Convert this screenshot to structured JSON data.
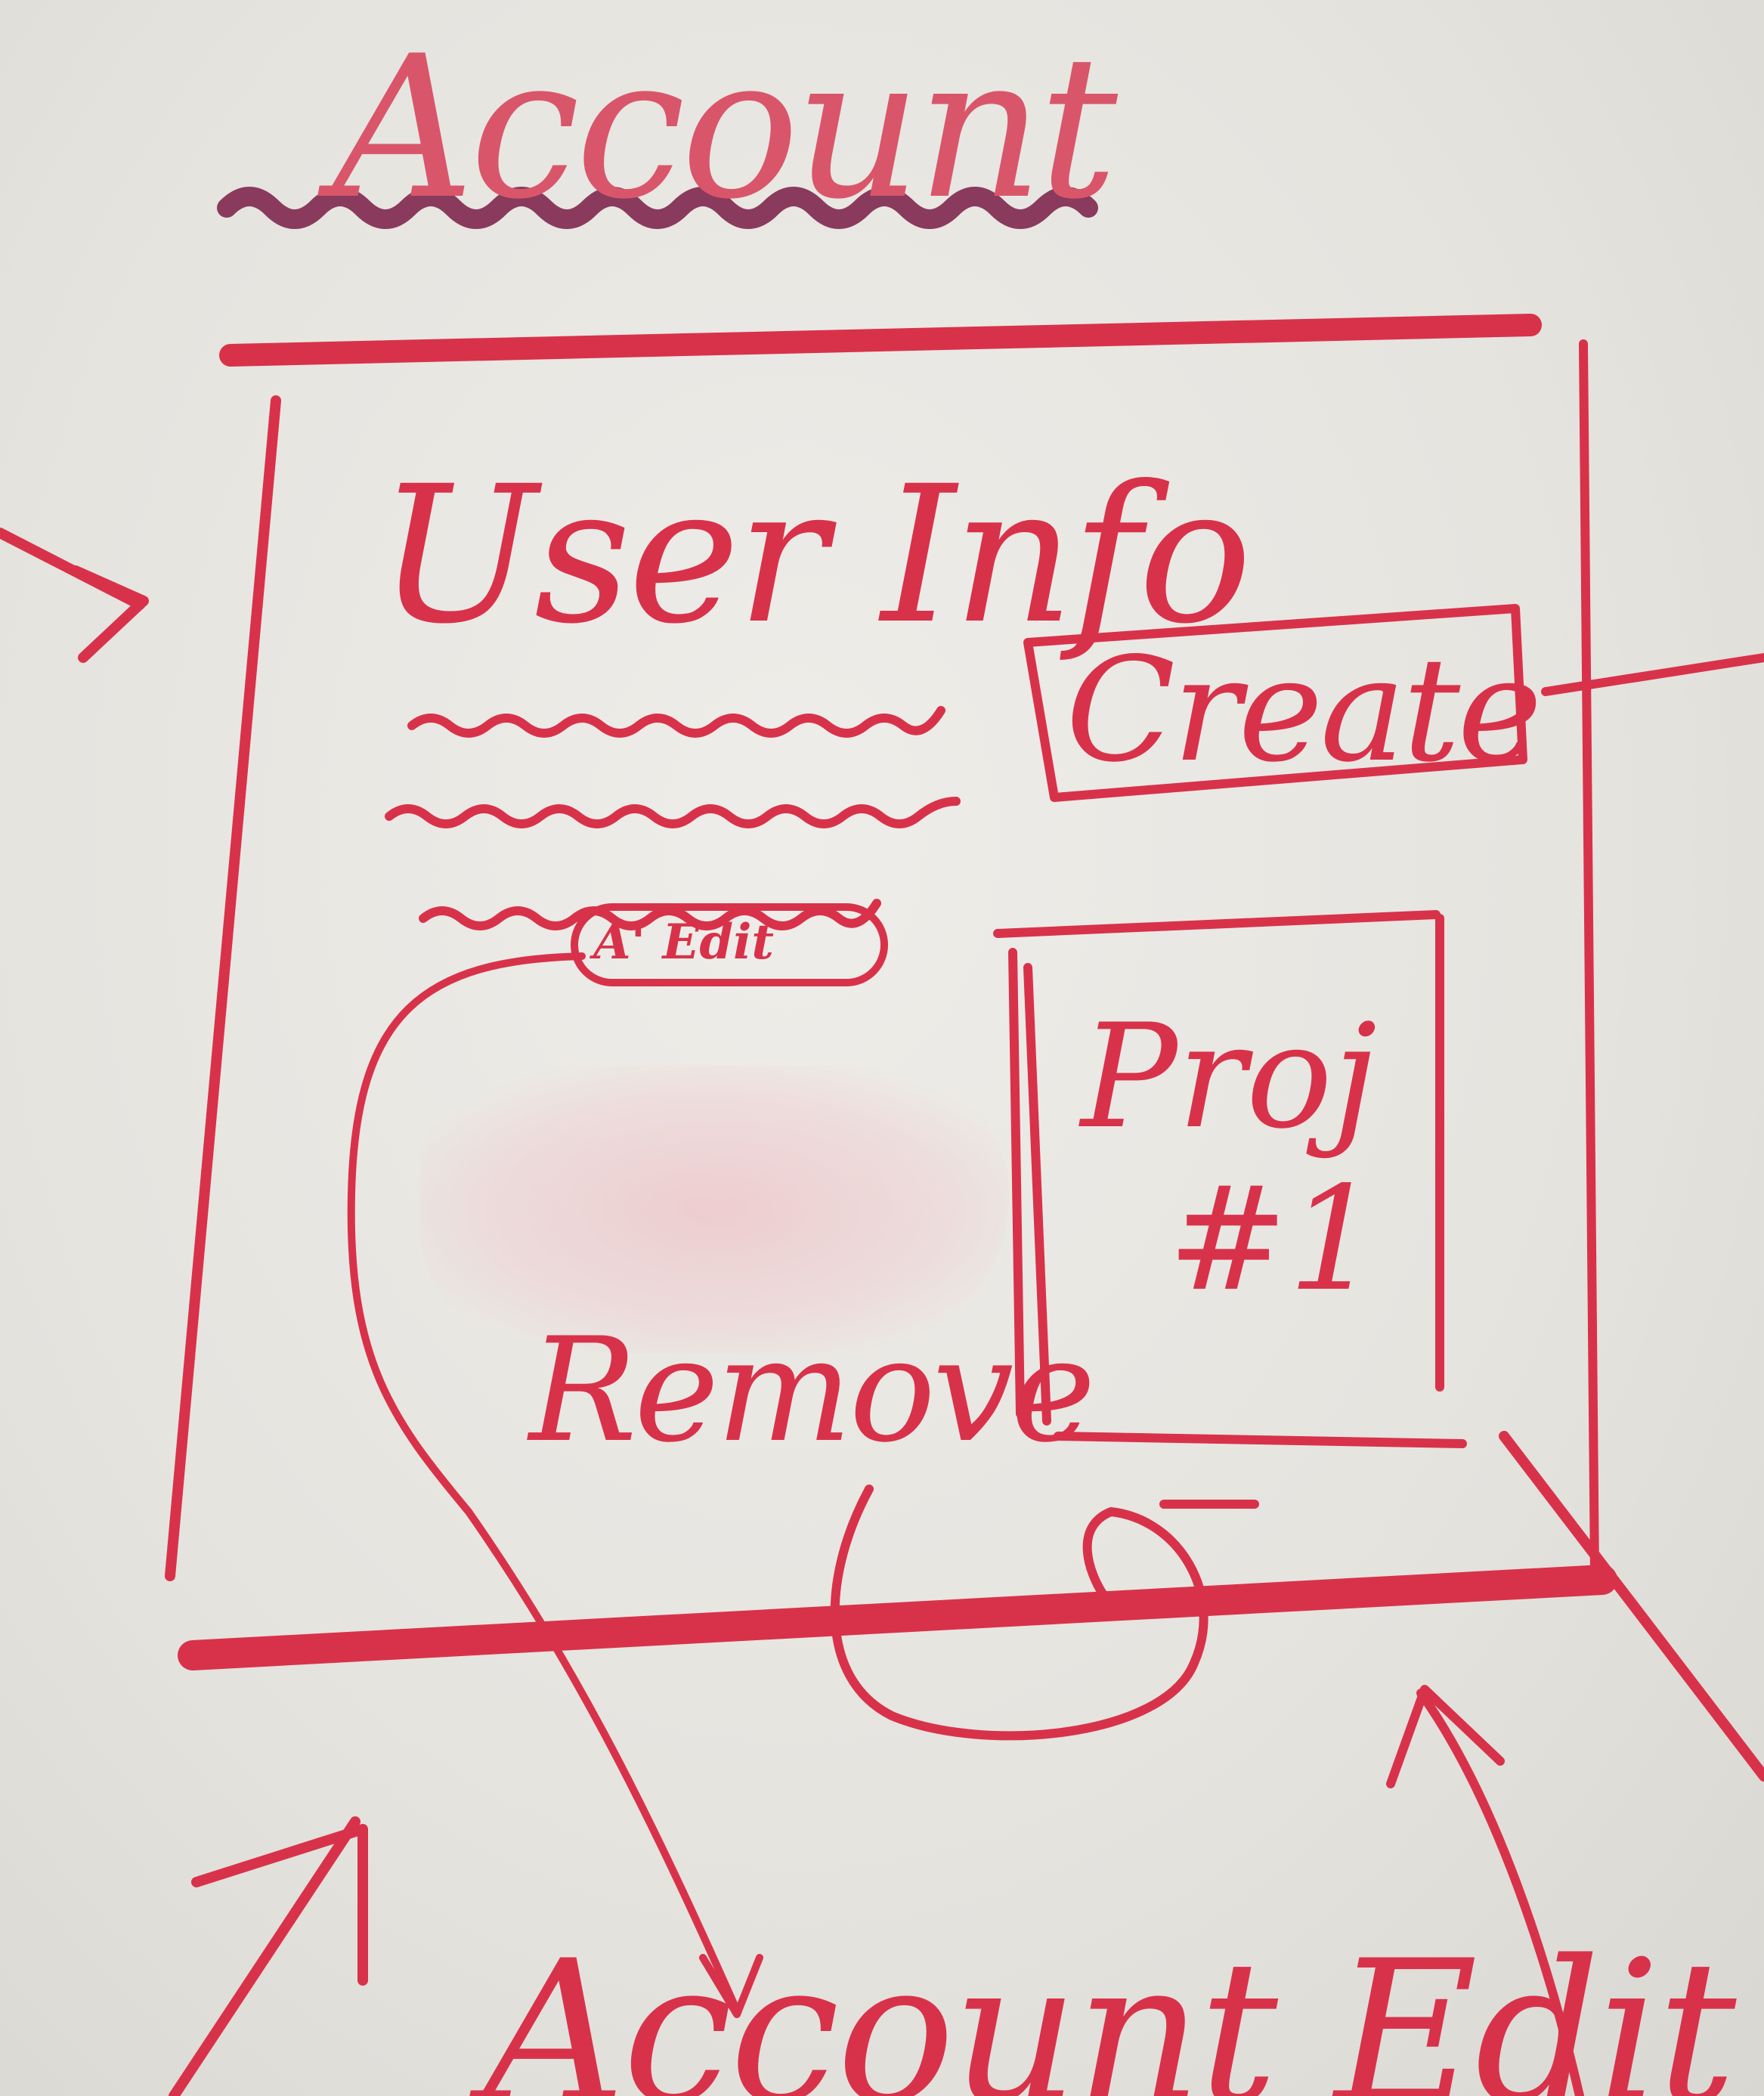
{
  "page": {
    "title": "Account",
    "bottom_label": "Account Edit"
  },
  "card": {
    "heading": "User Info",
    "create_button": "Create",
    "edit_chip": "A' Edit",
    "remove_button": "Remove"
  },
  "project": {
    "name": "Proj",
    "number": "#1"
  },
  "colors": {
    "ink_red": "#d8324a",
    "ink_purple": "#8a3a5c",
    "board": "#e6e4df"
  },
  "icons": {
    "left_arrow": "arrow-right-icon",
    "loop": "loop-arrow-icon",
    "scribble": "squiggle-line"
  }
}
